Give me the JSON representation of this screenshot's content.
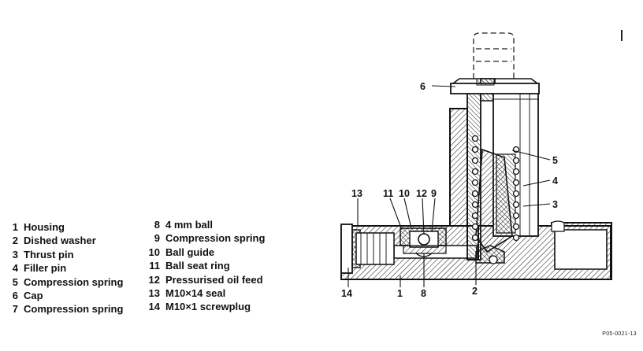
{
  "legend": [
    {
      "num": "1",
      "label": "Housing"
    },
    {
      "num": "2",
      "label": "Dished washer"
    },
    {
      "num": "3",
      "label": "Thrust pin"
    },
    {
      "num": "4",
      "label": "Filler pin"
    },
    {
      "num": "5",
      "label": "Compression spring"
    },
    {
      "num": "6",
      "label": "Cap"
    },
    {
      "num": "7",
      "label": "Compression spring"
    },
    {
      "num": "8",
      "label": "4 mm ball"
    },
    {
      "num": "9",
      "label": "Compression spring"
    },
    {
      "num": "10",
      "label": "Ball guide"
    },
    {
      "num": "11",
      "label": "Ball seat ring"
    },
    {
      "num": "12",
      "label": "Pressurised oil feed"
    },
    {
      "num": "13",
      "label": "M10×14 seal"
    },
    {
      "num": "14",
      "label": "M10×1 screwplug"
    }
  ],
  "callouts": {
    "c6": "6",
    "c5": "5",
    "c4": "4",
    "c3": "3",
    "c13": "13",
    "c11": "11",
    "c10": "10",
    "c12": "12",
    "c9": "9",
    "c14": "14",
    "c1": "1",
    "c8": "8",
    "c2": "2"
  },
  "reference": "P05-0021-13"
}
